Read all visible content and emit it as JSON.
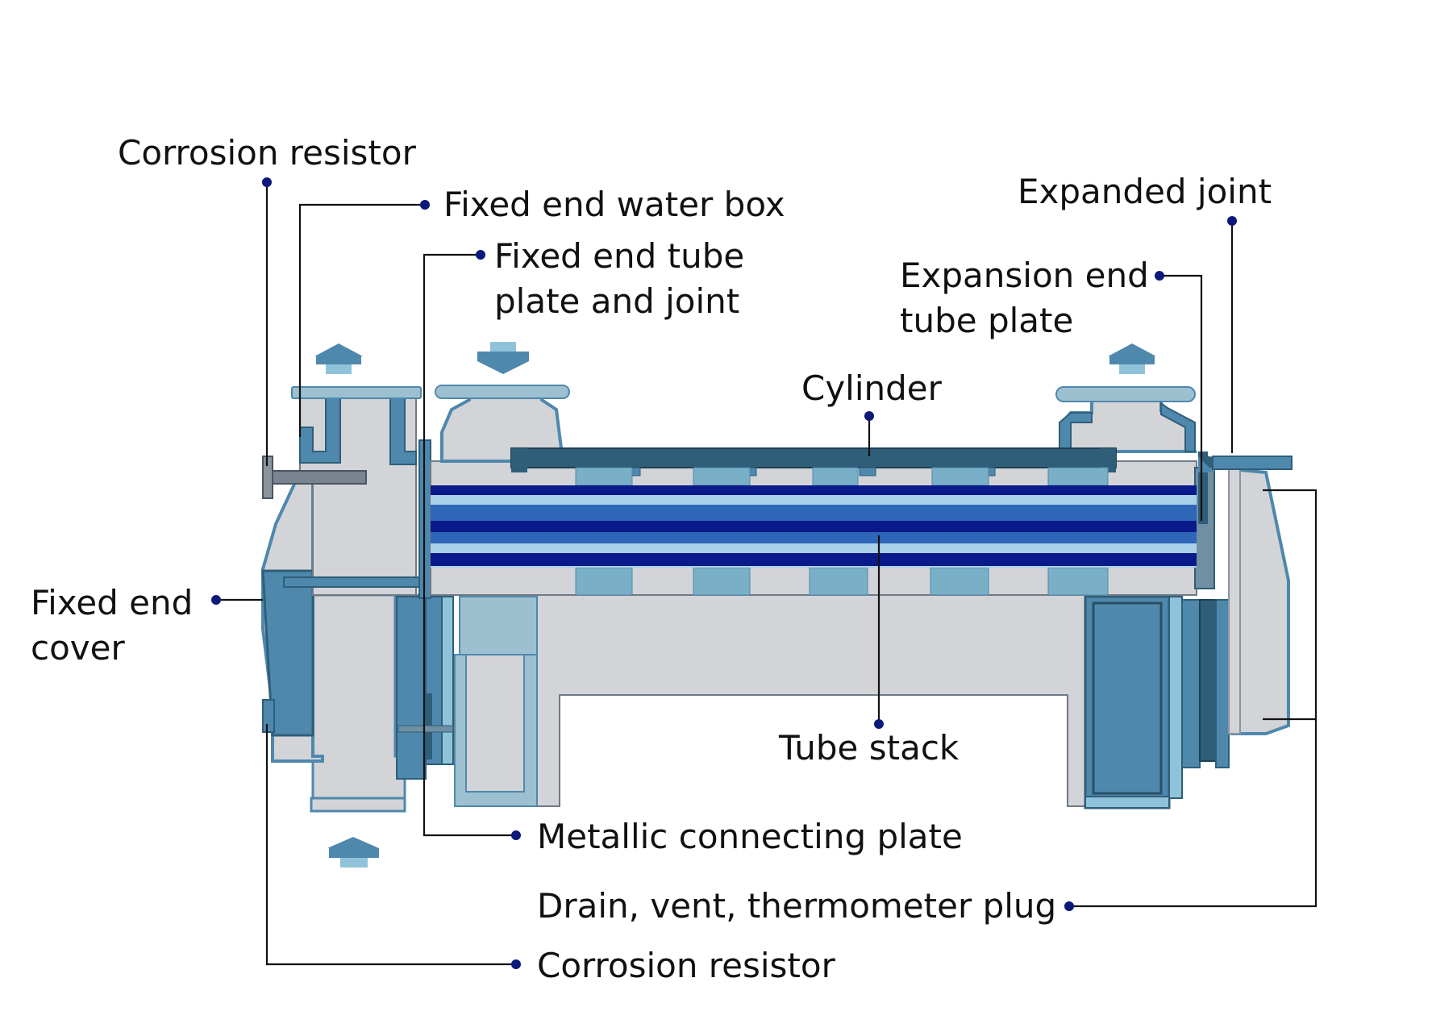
{
  "labels": {
    "corrosion_resistor_top": "Corrosion resistor",
    "fixed_end_water_box": "Fixed end water box",
    "fixed_end_tube_plate_1": "Fixed end tube",
    "fixed_end_tube_plate_2": "plate and joint",
    "expanded_joint": "Expanded joint",
    "expansion_end_1": "Expansion end",
    "expansion_end_2": "tube plate",
    "cylinder": "Cylinder",
    "fixed_end_cover_1": "Fixed end",
    "fixed_end_cover_2": "cover",
    "tube_stack": "Tube stack",
    "metallic_connecting_plate": "Metallic connecting plate",
    "drain_vent": "Drain, vent, thermometer plug",
    "corrosion_resistor_bottom": "Corrosion resistor"
  },
  "colors": {
    "shell_gray": "#d3d4d8",
    "steel_blue": "#4f88ad",
    "dark_steel": "#2f5e78",
    "light_blue": "#8fc3da",
    "navy_tube": "#0b1a8a",
    "mid_blue_tube": "#2f66b8",
    "pale_tube": "#a9d1ea",
    "flange": "#9dc0d0",
    "leader": "#111111",
    "dot": "#0b1a7a"
  },
  "flow_arrows": [
    "inlet-arrow",
    "outlet-arrow",
    "shell-outlet-arrow",
    "shell-inlet-arrow"
  ]
}
